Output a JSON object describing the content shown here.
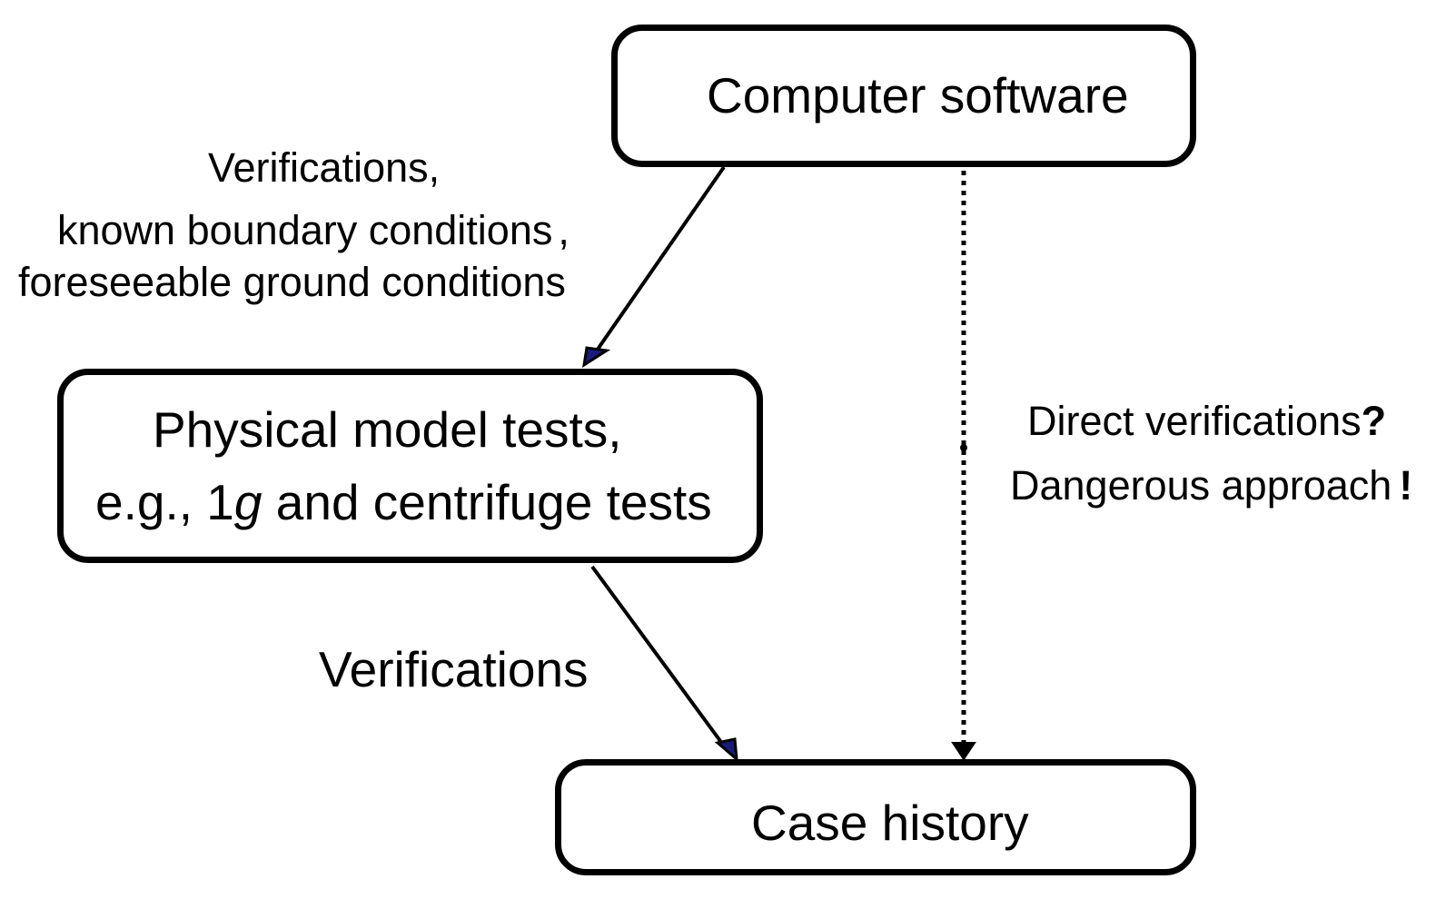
{
  "nodes": {
    "software": {
      "label": "Computer software"
    },
    "physical": {
      "line1": "Physical model tests,",
      "line2_pre": "e.g., 1",
      "line2_var": "g",
      "line2_post": " and centrifuge tests"
    },
    "case": {
      "label": "Case history"
    }
  },
  "edges": {
    "software_to_physical": {
      "line1": "Verifications,",
      "line2": "known boundary conditions",
      "line2_comma": ",",
      "line3": "foreseeable ground conditions"
    },
    "physical_to_case": {
      "label": "Verifications"
    },
    "software_to_case": {
      "line1": "Direct verifications",
      "line1_mark": "?",
      "line2": "Dangerous approach",
      "line2_mark": "!"
    }
  },
  "colors": {
    "stroke": "#000000",
    "arrowhead_fill": "#1a1a7a",
    "background": "#ffffff"
  }
}
